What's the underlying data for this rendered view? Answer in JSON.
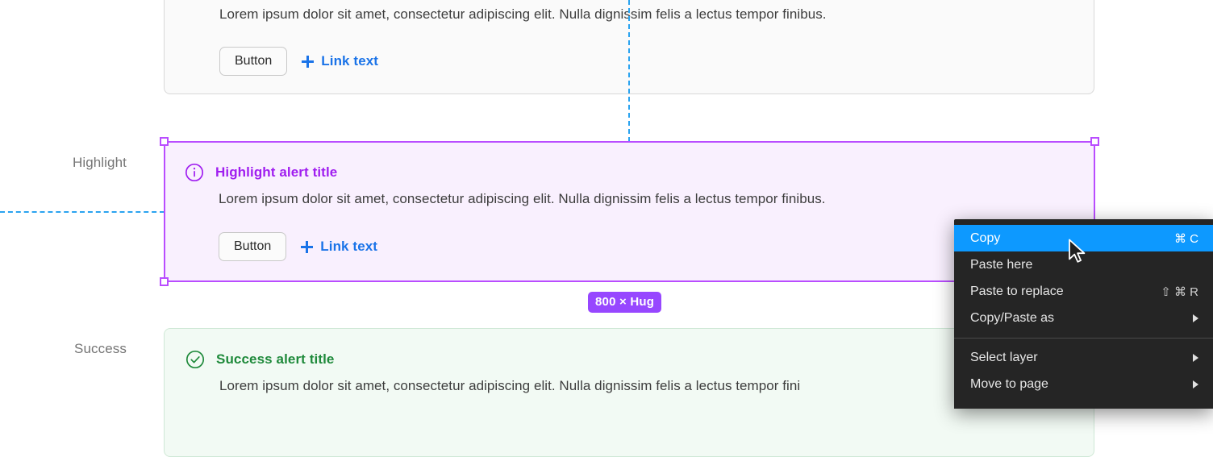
{
  "labels": {
    "highlight": "Highlight",
    "success": "Success"
  },
  "body_text": "Lorem ipsum dolor sit amet, consectetur adipiscing elit. Nulla dignissim felis a lectus tempor finibus.",
  "alerts": [
    {
      "variant": "neutral",
      "title": "",
      "body": "Lorem ipsum dolor sit amet, consectetur adipiscing elit. Nulla dignissim felis a lectus tempor finibus.",
      "button_label": "Button",
      "link_label": "Link text",
      "icon": "info-circle-icon"
    },
    {
      "variant": "highlight",
      "title": "Highlight alert title",
      "body": "Lorem ipsum dolor sit amet, consectetur adipiscing elit. Nulla dignissim felis a lectus tempor finibus.",
      "button_label": "Button",
      "link_label": "Link text",
      "icon": "info-circle-icon"
    },
    {
      "variant": "success",
      "title": "Success alert title",
      "body": "Lorem ipsum dolor sit amet, consectetur adipiscing elit. Nulla dignissim felis a lectus tempor fini",
      "icon": "check-circle-icon"
    }
  ],
  "selection": {
    "size_badge": "800 × Hug",
    "accent": "#b94dff",
    "guide_color": "#2aa3f0",
    "badge_color": "#9747ff"
  },
  "context_menu": {
    "items": [
      {
        "label": "Copy",
        "shortcut": "⌘ C",
        "submenu": false,
        "selected": true
      },
      {
        "label": "Paste here",
        "shortcut": "",
        "submenu": false,
        "selected": false
      },
      {
        "label": "Paste to replace",
        "shortcut": "⇧ ⌘ R",
        "submenu": false,
        "selected": false
      },
      {
        "label": "Copy/Paste as",
        "shortcut": "",
        "submenu": true,
        "selected": false
      },
      {
        "separator": true
      },
      {
        "label": "Select layer",
        "shortcut": "",
        "submenu": true,
        "selected": false
      },
      {
        "label": "Move to page",
        "shortcut": "",
        "submenu": true,
        "selected": false
      }
    ],
    "background": "#252525",
    "highlight": "#0d99ff"
  },
  "colors": {
    "highlight_title": "#a01ef0",
    "success_title": "#1f8a3b",
    "link": "#1a73e8",
    "body_text": "#3d3d3d",
    "label": "#757575"
  }
}
